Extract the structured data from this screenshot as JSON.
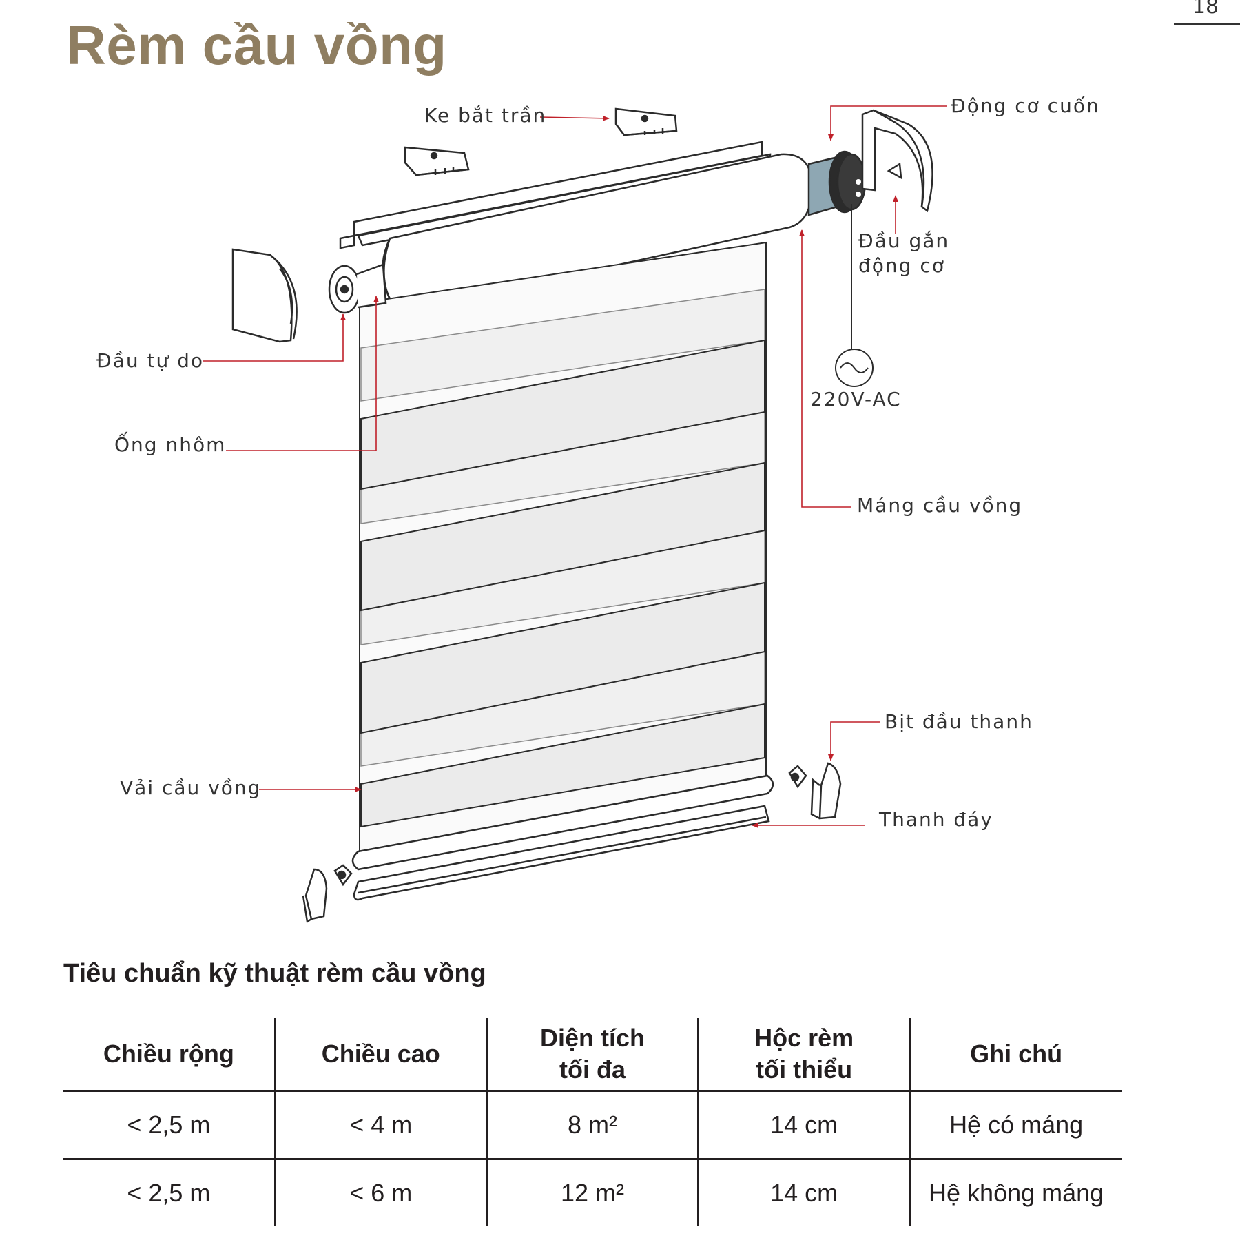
{
  "page": {
    "number": "18",
    "title": "Rèm cầu vồng"
  },
  "diagram": {
    "labels": {
      "ke_bat_tran": "Ke bắt trần",
      "dong_co_cuon": "Động cơ cuốn",
      "dau_gan_dong_co": "Đầu gắn\nđộng cơ",
      "dau_tu_do": "Đầu tự do",
      "ong_nhom": "Ống nhôm",
      "power": "220V-AC",
      "mang_cau_vong": "Máng cầu vồng",
      "bit_dau_thanh": "Bịt đầu thanh",
      "vai_cau_vong": "Vải cầu vồng",
      "thanh_day": "Thanh đáy"
    },
    "colors": {
      "leader": "#c0212a",
      "line": "#2b2b2b",
      "motor": "#8ea7b3",
      "fabric": "#f2f2f2"
    },
    "icons": [
      "power-plug-icon"
    ]
  },
  "specs": {
    "title": "Tiêu chuẩn kỹ thuật rèm cầu vồng",
    "headers": [
      "Chiều rộng",
      "Chiều cao",
      "Diện tích\ntối đa",
      "Hộc rèm\ntối thiểu",
      "Ghi chú"
    ],
    "rows": [
      [
        "< 2,5 m",
        "< 4 m",
        "8 m²",
        "14 cm",
        "Hệ có máng"
      ],
      [
        "< 2,5 m",
        "< 6 m",
        "12 m²",
        "14 cm",
        "Hệ không máng"
      ]
    ]
  }
}
